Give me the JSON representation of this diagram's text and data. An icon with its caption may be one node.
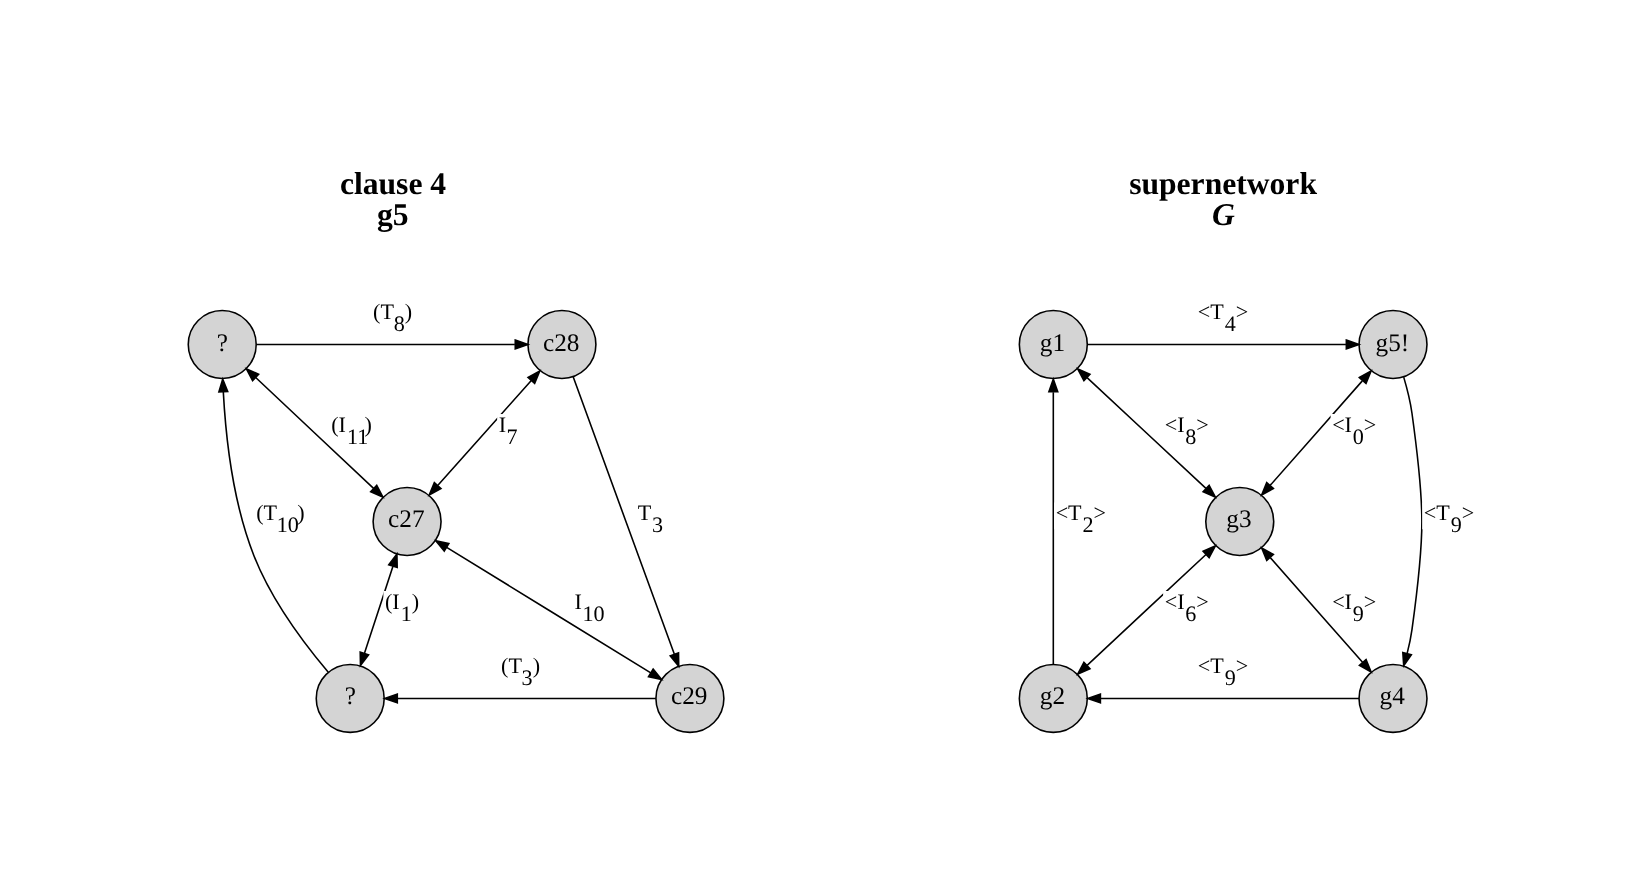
{
  "diagram": {
    "nodes": [
      {
        "text": [
          "?"
        ]
      },
      {
        "text": [
          "c28"
        ]
      },
      {
        "text": [
          "c27"
        ]
      },
      {
        "text": [
          "?"
        ]
      },
      {
        "text": [
          "c29"
        ]
      },
      {
        "text": [
          "g1"
        ]
      },
      {
        "text": [
          "g5!"
        ]
      },
      {
        "text": [
          "g3"
        ]
      },
      {
        "text": [
          "g2"
        ]
      },
      {
        "text": [
          "g4"
        ]
      }
    ],
    "edges": [
      {
        "from": 0,
        "to": 1,
        "arrow": "to",
        "label": "(T$_{8}$)"
      },
      {
        "from": 0,
        "to": 2,
        "arrow": "both",
        "label": "(I$_{11}$)"
      },
      {
        "from": 1,
        "to": 2,
        "arrow": "both",
        "label": "I$_{7}$"
      },
      {
        "from": 1,
        "to": 4,
        "arrow": "to",
        "label": "T$_{3}$"
      },
      {
        "from": 3,
        "to": 0,
        "arrow": "to",
        "label": "(T$_{10}$)"
      },
      {
        "from": 3,
        "to": 2,
        "arrow": "both",
        "label": "(I$_{1}$)"
      },
      {
        "from": 2,
        "to": 4,
        "arrow": "both",
        "label": "I$_{10}$"
      },
      {
        "from": 4,
        "to": 3,
        "arrow": "to",
        "label": "(T$_{3}$)"
      },
      {
        "from": 5,
        "to": 6,
        "arrow": "to",
        "label": "<T$_{4}$>"
      },
      {
        "from": 5,
        "to": 7,
        "arrow": "both",
        "label": "<I$_{8}$>"
      },
      {
        "from": 6,
        "to": 7,
        "arrow": "both",
        "label": "<I$_{0}$>"
      },
      {
        "from": 6,
        "to": 9,
        "arrow": "to",
        "label": "<T$_{9}$>"
      },
      {
        "from": 8,
        "to": 5,
        "arrow": "to",
        "label": "<T$_{2}$>"
      },
      {
        "from": 8,
        "to": 7,
        "arrow": "both",
        "label": "<I$_{6}$>"
      },
      {
        "from": 7,
        "to": 9,
        "arrow": "both",
        "label": "<I$_{9}$>"
      },
      {
        "from": 9,
        "to": 8,
        "arrow": "to",
        "label": "<T$_{9}$>"
      }
    ],
    "labels": [
      "clause 4",
      "g5",
      "supernetwork",
      "G"
    ]
  }
}
